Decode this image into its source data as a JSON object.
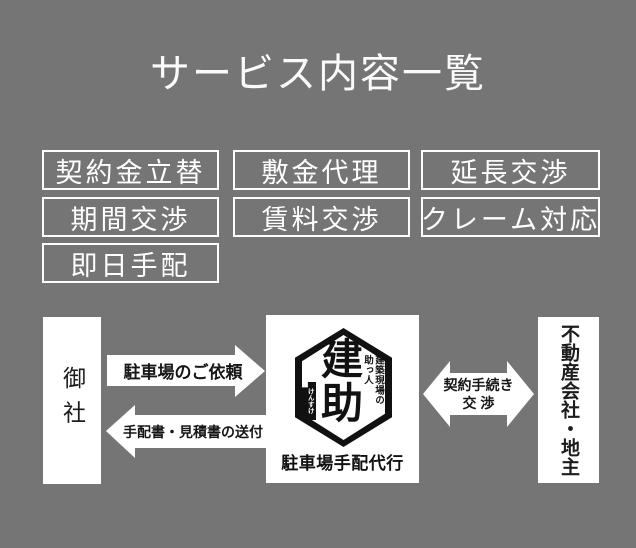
{
  "page": {
    "title": "サービス内容一覧"
  },
  "colors": {
    "background": "#757575",
    "outline": "#ffffff",
    "box_fill": "#ffffff",
    "text_light": "#ffffff",
    "text_dark": "#1c1c1c",
    "logo_black": "#111111"
  },
  "services": {
    "items": [
      {
        "label": "契約金立替"
      },
      {
        "label": "敷金代理"
      },
      {
        "label": "延長交渉"
      },
      {
        "label": "期間交渉"
      },
      {
        "label": "賃料交渉"
      },
      {
        "label": "クレーム対応"
      },
      {
        "label": "即日手配"
      }
    ]
  },
  "diagram": {
    "client": "御社",
    "partner": "不動産会社・地主",
    "provider": {
      "logo_main": "建助",
      "logo_side": "建築現場の助っ人",
      "logo_furigana": "けんすけ",
      "caption": "駐車場手配代行"
    },
    "arrows": {
      "request": "駐車場のご依頼",
      "response": "手配書・見積書の送付",
      "negotiation_line1": "契約手続き",
      "negotiation_line2": "交 渉"
    }
  }
}
